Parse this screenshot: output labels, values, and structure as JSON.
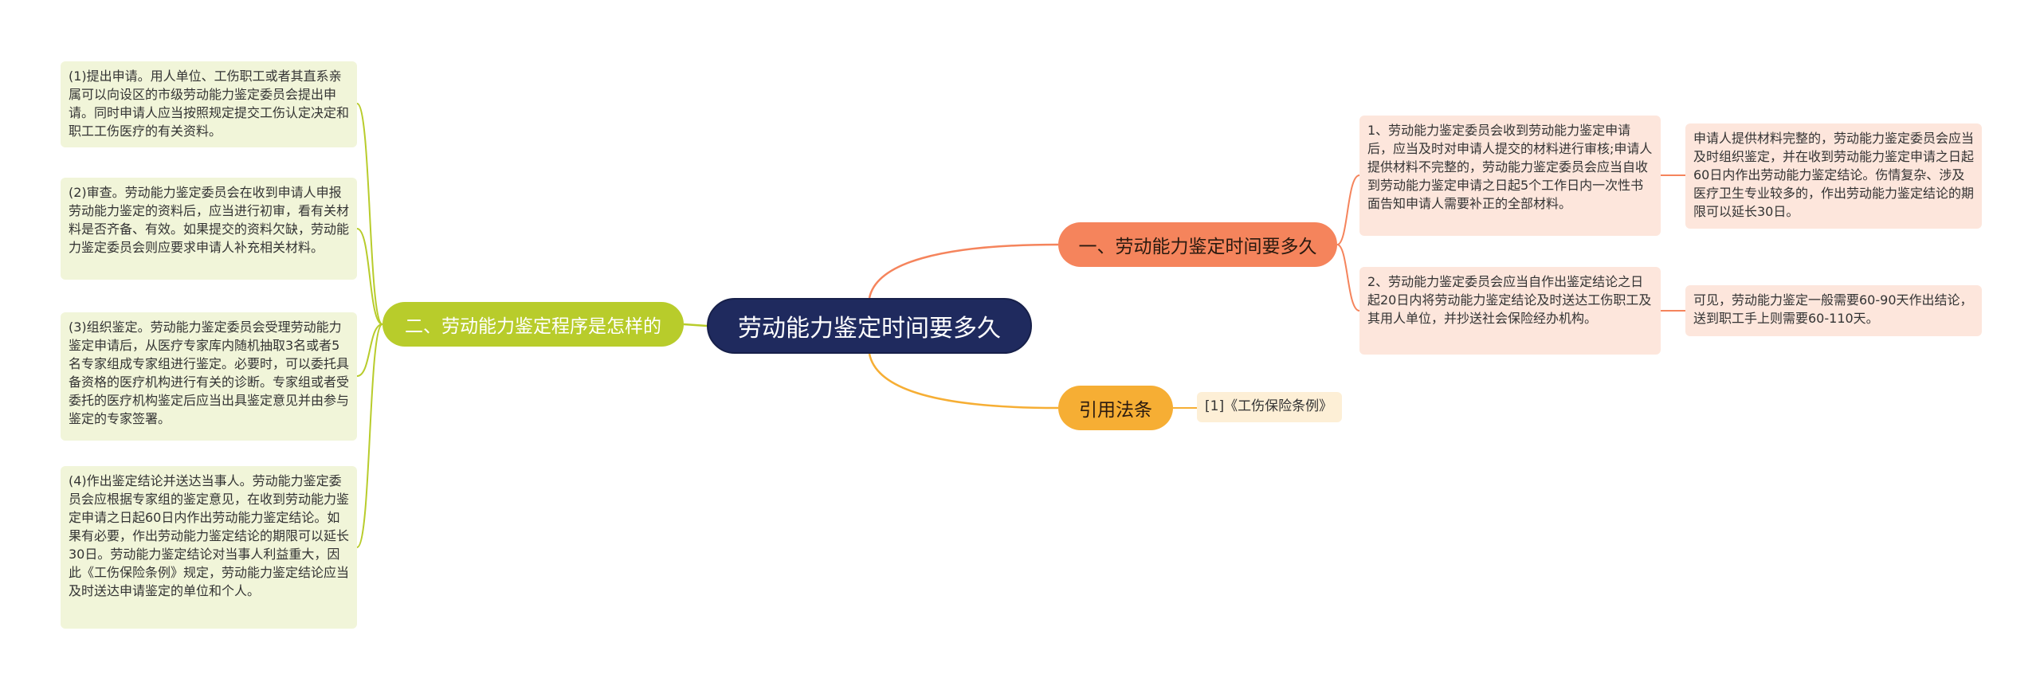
{
  "root": {
    "title": "劳动能力鉴定时间要多久"
  },
  "branches": {
    "time": {
      "label": "一、劳动能力鉴定时间要多久",
      "items": [
        "1、劳动能力鉴定委员会收到劳动能力鉴定申请后，应当及时对申请人提交的材料进行审核;申请人提供材料不完整的，劳动能力鉴定委员会应当自收到劳动能力鉴定申请之日起5个工作日内一次性书面告知申请人需要补正的全部材料。",
        "2、劳动能力鉴定委员会应当自作出鉴定结论之日起20日内将劳动能力鉴定结论及时送达工伤职工及其用人单位，并抄送社会保险经办机构。"
      ],
      "sub_items": [
        "申请人提供材料完整的，劳动能力鉴定委员会应当及时组织鉴定，并在收到劳动能力鉴定申请之日起60日内作出劳动能力鉴定结论。伤情复杂、涉及医疗卫生专业较多的，作出劳动能力鉴定结论的期限可以延长30日。",
        "可见，劳动能力鉴定一般需要60-90天作出结论，送到职工手上则需要60-110天。"
      ]
    },
    "procedure": {
      "label": "二、劳动能力鉴定程序是怎样的",
      "items": [
        "(1)提出申请。用人单位、工伤职工或者其直系亲属可以向设区的市级劳动能力鉴定委员会提出申请。同时申请人应当按照规定提交工伤认定决定和职工工伤医疗的有关资料。",
        "(2)审查。劳动能力鉴定委员会在收到申请人申报劳动能力鉴定的资料后，应当进行初审，看有关材料是否齐备、有效。如果提交的资料欠缺，劳动能力鉴定委员会则应要求申请人补充相关材料。",
        "(3)组织鉴定。劳动能力鉴定委员会受理劳动能力鉴定申请后，从医疗专家库内随机抽取3名或者5名专家组成专家组进行鉴定。必要时，可以委托具备资格的医疗机构进行有关的诊断。专家组或者受委托的医疗机构鉴定后应当出具鉴定意见并由参与鉴定的专家签署。",
        "(4)作出鉴定结论并送达当事人。劳动能力鉴定委员会应根据专家组的鉴定意见，在收到劳动能力鉴定申请之日起60日内作出劳动能力鉴定结论。如果有必要，作出劳动能力鉴定结论的期限可以延长30日。劳动能力鉴定结论对当事人利益重大，因此《工伤保险条例》规定，劳动能力鉴定结论应当及时送达申请鉴定的单位和个人。"
      ]
    },
    "law": {
      "label": "引用法条",
      "items": [
        "[1]《工伤保险条例》"
      ]
    }
  },
  "colors": {
    "root": "#1f2a5e",
    "time": "#f5845c",
    "procedure": "#b8cc2b",
    "law": "#f6ae34"
  }
}
